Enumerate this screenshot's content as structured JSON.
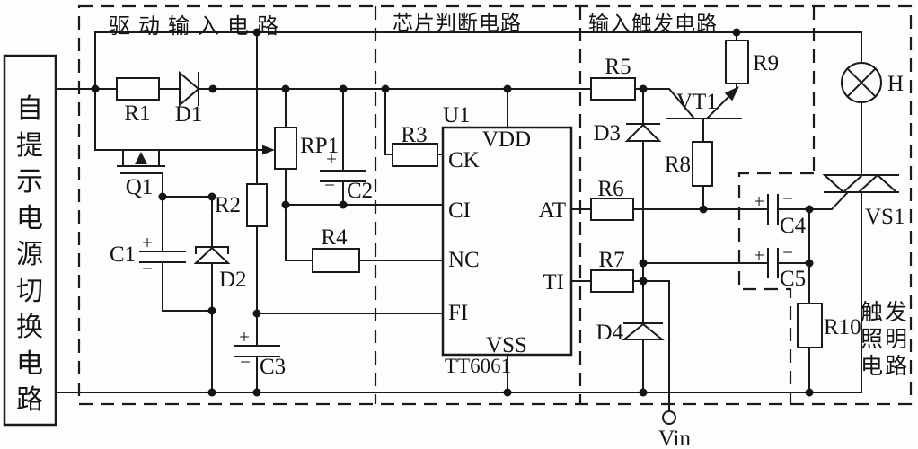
{
  "sections": {
    "drive_input": "驱动输入电路",
    "chip_judgment": "芯片判断电路",
    "input_trigger": "输入触发电路",
    "power_switch_box": "自提示电源切换电路",
    "trigger_lighting": "触发照明电路"
  },
  "components": {
    "r1": "R1",
    "d1": "D1",
    "q1": "Q1",
    "r2": "R2",
    "c1": "C1",
    "d2": "D2",
    "c3": "C3",
    "rp1": "RP1",
    "c2": "C2",
    "r3": "R3",
    "r4": "R4",
    "u1": "U1",
    "part_number": "TT6061",
    "pin_ck": "CK",
    "pin_ci": "CI",
    "pin_nc": "NC",
    "pin_fi": "FI",
    "pin_vdd": "VDD",
    "pin_vss": "VSS",
    "pin_at": "AT",
    "pin_ti": "TI",
    "r5": "R5",
    "d3": "D3",
    "vt1": "VT1",
    "r8": "R8",
    "r9": "R9",
    "r6": "R6",
    "r7": "R7",
    "d4": "D4",
    "c4": "C4",
    "c5": "C5",
    "r10": "R10",
    "vs1": "VS1",
    "lamp": "H",
    "vin": "Vin"
  },
  "polarity": {
    "plus": "+",
    "minus": "−"
  },
  "colors": {
    "line": "#1a1a1a",
    "background": "#fdfdfd"
  }
}
